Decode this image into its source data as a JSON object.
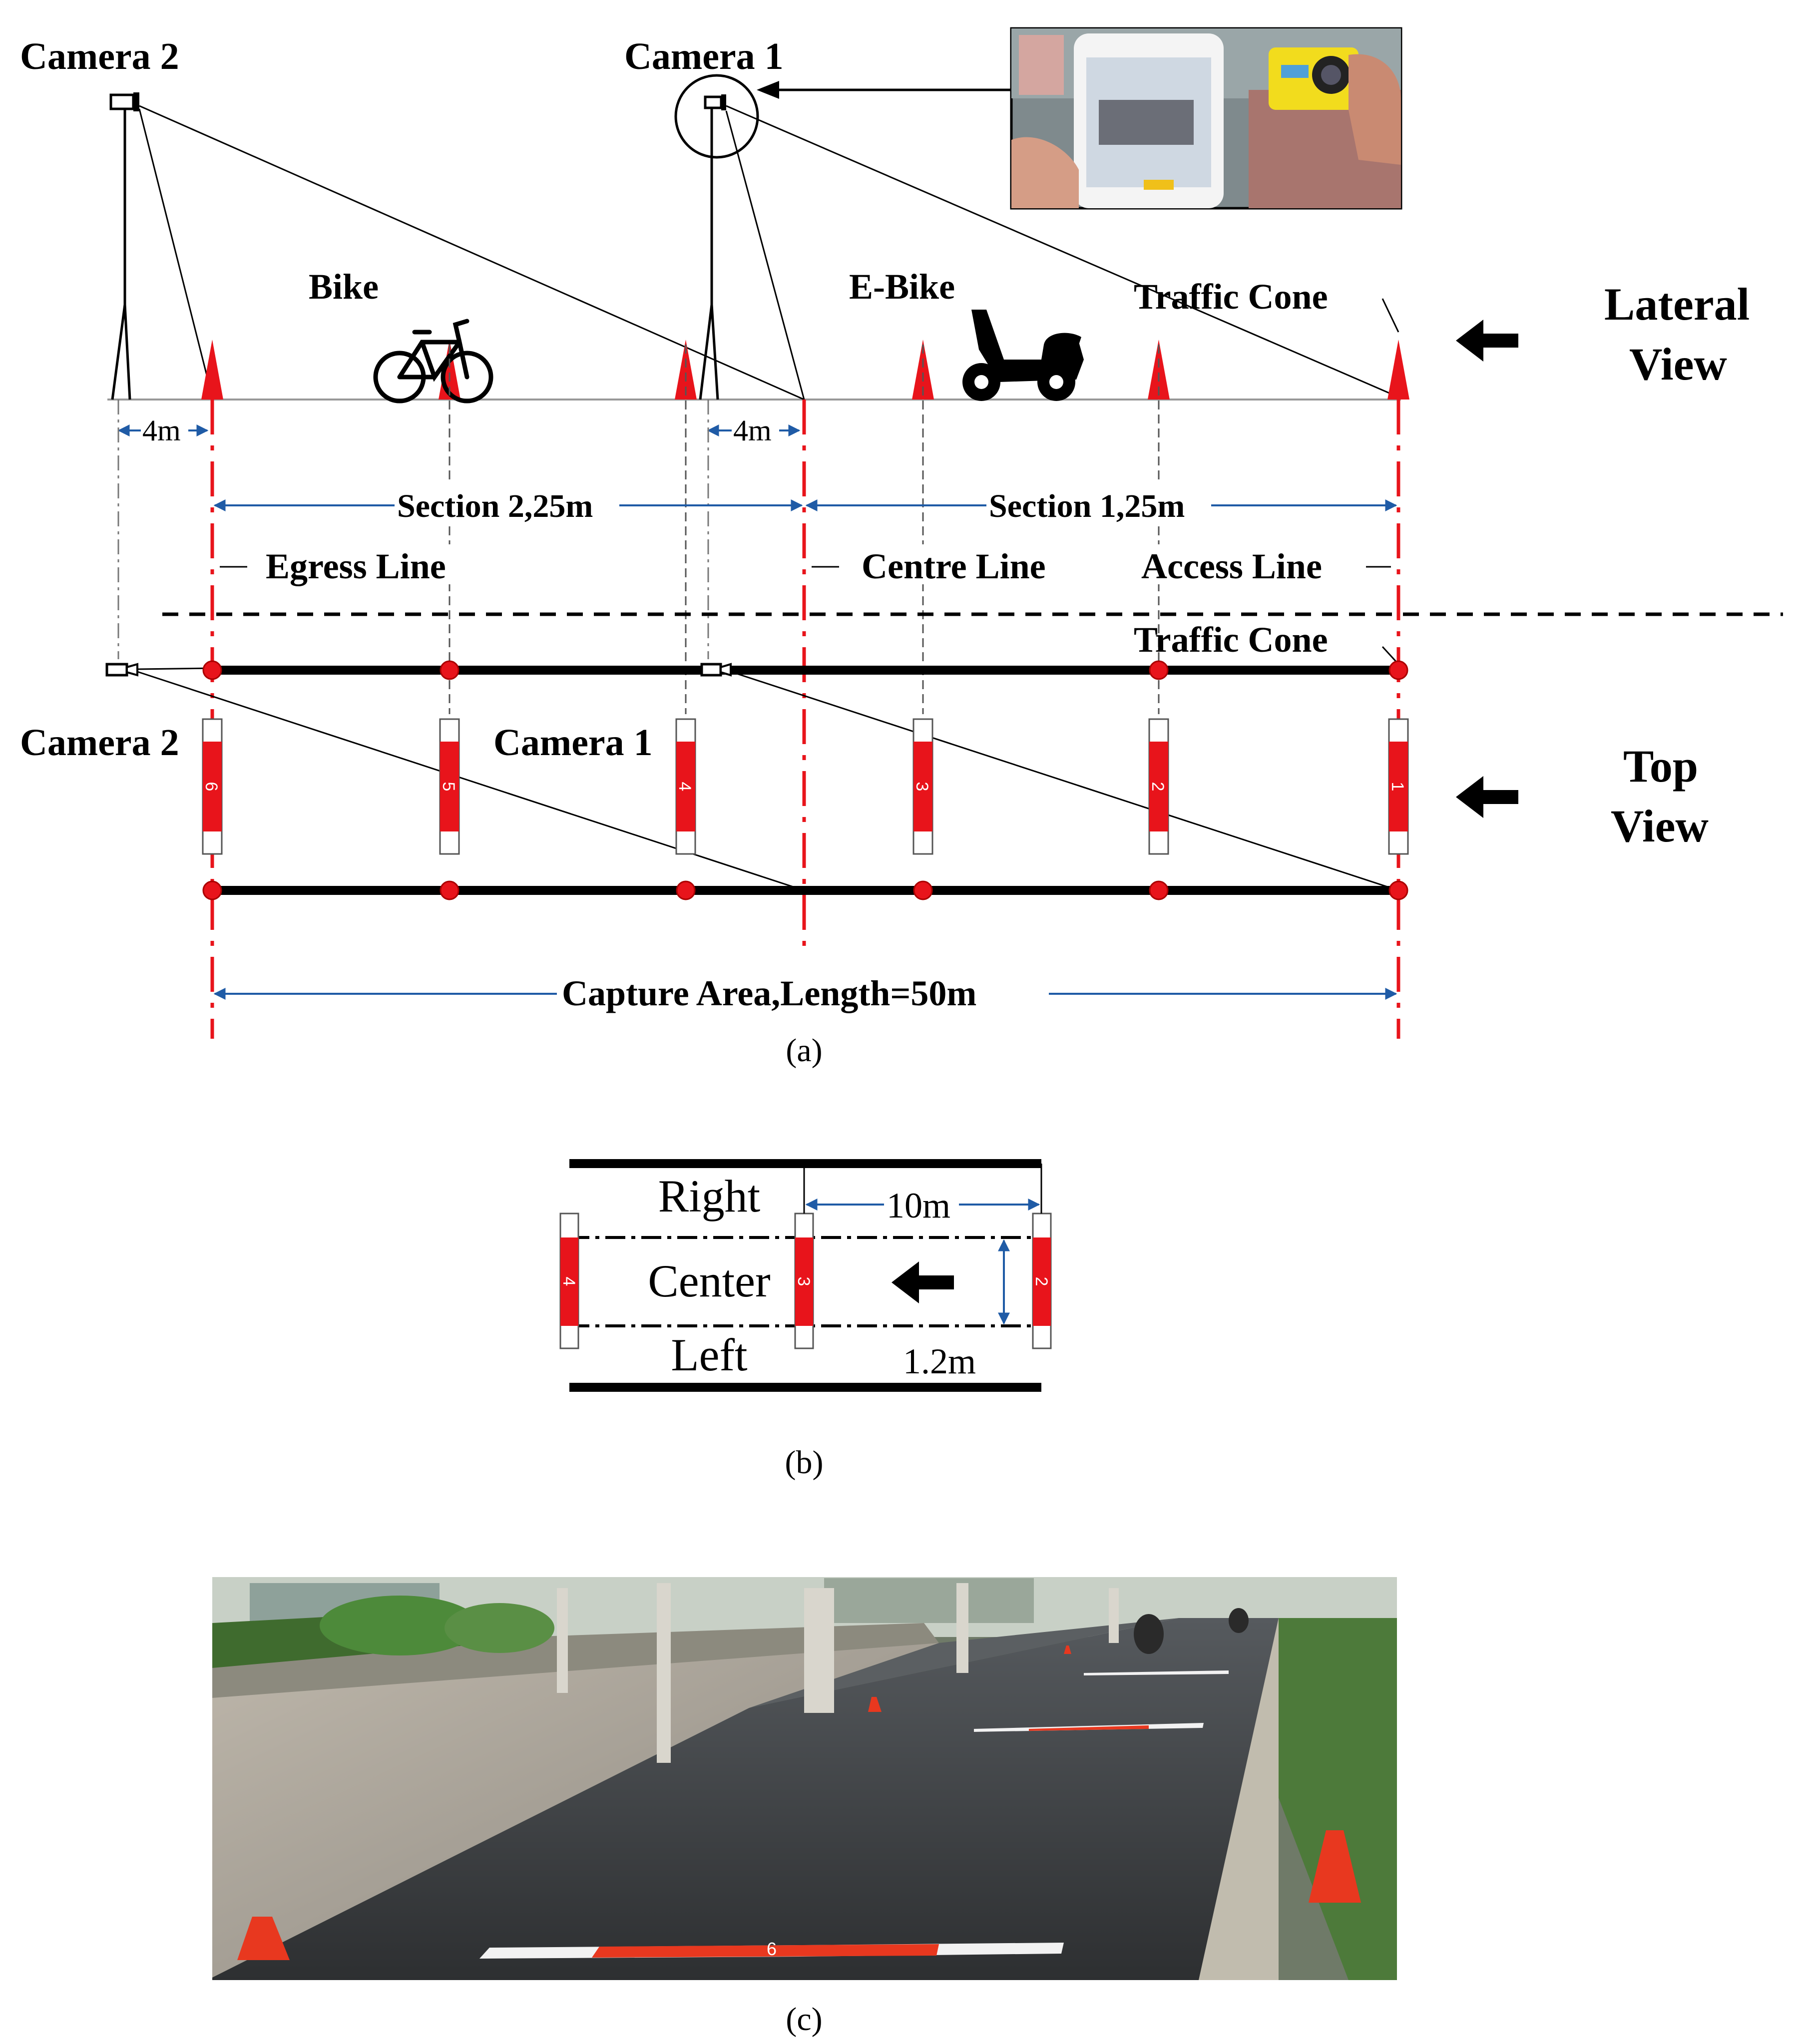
{
  "colors": {
    "cone_red": "#e8141b",
    "dim_blue": "#1f5ba6",
    "line_black": "#000000",
    "sky_dark": "#2d3a2d",
    "road": "#3d3f42",
    "pavement": "#a9a49c",
    "foliage": "#4d7a3a",
    "cone_photo": "#e8381f",
    "phone_bg": "#cfd8e2",
    "camera_yellow": "#f2dc1d"
  },
  "panel_a": {
    "lateral": {
      "camera2_label": "Camera 2",
      "camera1_label": "Camera 1",
      "bike_label": "Bike",
      "ebike_label": "E-Bike",
      "cone_label": "Traffic Cone",
      "view_label_line1": "Lateral",
      "view_label_line2": "View",
      "dim_left": "4m",
      "dim_mid": "4m",
      "icons": [
        "bicycle-icon",
        "electric-scooter-icon",
        "tripod-icon",
        "traffic-cone-icon",
        "camera-icon"
      ],
      "inset_photo": "phone-and-action-camera-photo"
    },
    "dimensions": {
      "section2": "Section 2,25m",
      "section1": "Section 1,25m",
      "egress": "Egress Line",
      "centre": "Centre Line",
      "access": "Access Line"
    },
    "top": {
      "cone_label": "Traffic Cone",
      "camera2_label": "Camera 2",
      "camera1_label": "Camera 1",
      "view_label_line1": "Top",
      "view_label_line2": "View",
      "boards": [
        "6",
        "5",
        "4",
        "3",
        "2",
        "1"
      ]
    },
    "capture": "Capture Area,Length=50m",
    "caption": "(a)"
  },
  "panel_b": {
    "right": "Right",
    "center": "Center",
    "left": "Left",
    "dim_10": "10m",
    "dim_12": "1.2m",
    "boards": [
      "4",
      "3",
      "2"
    ],
    "caption": "(b)"
  },
  "panel_c": {
    "photo": "street-bike-lane-photo",
    "marking_number": "6",
    "caption": "(c)"
  }
}
